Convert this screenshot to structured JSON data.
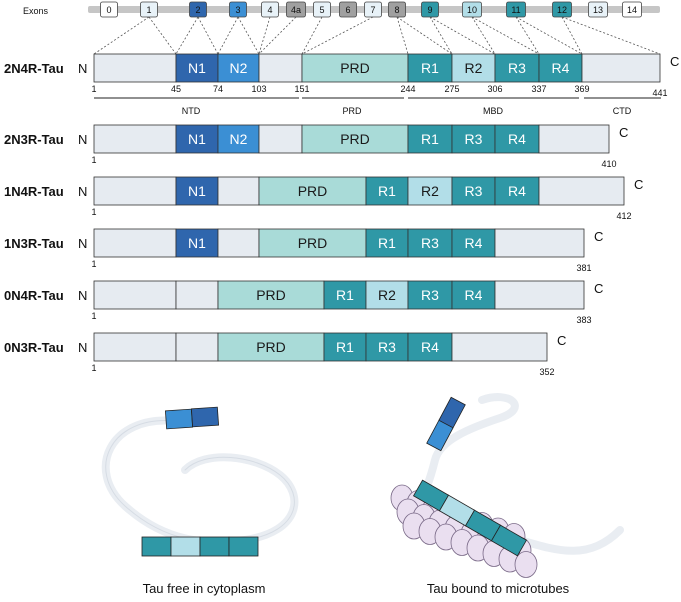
{
  "exons_label": "Exons",
  "exons": [
    {
      "label": "0",
      "fill": "#ffffff"
    },
    {
      "label": "1",
      "fill": "#e8f2f8"
    },
    {
      "label": "2",
      "fill": "#2f66ad"
    },
    {
      "label": "3",
      "fill": "#3b8fd4"
    },
    {
      "label": "4",
      "fill": "#e8f2f8"
    },
    {
      "label": "4a",
      "fill": "#a0a0a0"
    },
    {
      "label": "5",
      "fill": "#e8f2f8"
    },
    {
      "label": "6",
      "fill": "#a0a0a0"
    },
    {
      "label": "7",
      "fill": "#e8f2f8"
    },
    {
      "label": "8",
      "fill": "#a0a0a0"
    },
    {
      "label": "9",
      "fill": "#2f98a6"
    },
    {
      "label": "10",
      "fill": "#b2dee8"
    },
    {
      "label": "11",
      "fill": "#2f98a6"
    },
    {
      "label": "12",
      "fill": "#2f98a6"
    },
    {
      "label": "13",
      "fill": "#e8f2f8"
    },
    {
      "label": "14",
      "fill": "#ffffff"
    }
  ],
  "colors": {
    "plain": "#e6ebf1",
    "N1": "#2f66ad",
    "N2": "#3b8fd4",
    "PRD": "#a9dbd8",
    "R": "#2f98a6",
    "R2": "#b2dee8",
    "microtubule": "#eadff0",
    "exon_bar": "#c6c6c6",
    "strand": "#e9edf2"
  },
  "isoforms": [
    {
      "name": "2N4R-Tau",
      "n": "N",
      "c": "C",
      "end": "441",
      "segments": [
        {
          "label": ""
        },
        {
          "label": "N1"
        },
        {
          "label": "N2"
        },
        {
          "label": ""
        },
        {
          "label": "PRD"
        },
        {
          "label": "R1"
        },
        {
          "label": "R2"
        },
        {
          "label": "R3"
        },
        {
          "label": "R4"
        },
        {
          "label": ""
        }
      ],
      "positions": [
        "1",
        "45",
        "74",
        "103",
        "151",
        "244",
        "275",
        "306",
        "337",
        "369"
      ]
    },
    {
      "name": "2N3R-Tau",
      "n": "N",
      "c": "C",
      "end": "410",
      "segments": [
        {
          "label": ""
        },
        {
          "label": "N1"
        },
        {
          "label": "N2"
        },
        {
          "label": ""
        },
        {
          "label": "PRD"
        },
        {
          "label": "R1"
        },
        {
          "label": "R3"
        },
        {
          "label": "R4"
        },
        {
          "label": ""
        }
      ],
      "positions": [
        "1"
      ]
    },
    {
      "name": "1N4R-Tau",
      "n": "N",
      "c": "C",
      "end": "412",
      "segments": [
        {
          "label": ""
        },
        {
          "label": "N1"
        },
        {
          "label": ""
        },
        {
          "label": "PRD"
        },
        {
          "label": "R1"
        },
        {
          "label": "R2"
        },
        {
          "label": "R3"
        },
        {
          "label": "R4"
        },
        {
          "label": ""
        }
      ],
      "positions": [
        "1"
      ]
    },
    {
      "name": "1N3R-Tau",
      "n": "N",
      "c": "C",
      "end": "381",
      "segments": [
        {
          "label": ""
        },
        {
          "label": "N1"
        },
        {
          "label": ""
        },
        {
          "label": "PRD"
        },
        {
          "label": "R1"
        },
        {
          "label": "R3"
        },
        {
          "label": "R4"
        },
        {
          "label": ""
        }
      ],
      "positions": [
        "1"
      ]
    },
    {
      "name": "0N4R-Tau",
      "n": "N",
      "c": "C",
      "end": "383",
      "segments": [
        {
          "label": ""
        },
        {
          "label": ""
        },
        {
          "label": "PRD"
        },
        {
          "label": "R1"
        },
        {
          "label": "R2"
        },
        {
          "label": "R3"
        },
        {
          "label": "R4"
        },
        {
          "label": ""
        }
      ],
      "positions": [
        "1"
      ]
    },
    {
      "name": "0N3R-Tau",
      "n": "N",
      "c": "C",
      "end": "352",
      "segments": [
        {
          "label": ""
        },
        {
          "label": ""
        },
        {
          "label": "PRD"
        },
        {
          "label": "R1"
        },
        {
          "label": "R3"
        },
        {
          "label": "R4"
        },
        {
          "label": ""
        }
      ],
      "positions": [
        "1"
      ]
    }
  ],
  "regions": [
    "NTD",
    "PRD",
    "MBD",
    "CTD"
  ],
  "captions": {
    "free": "Tau free in cytoplasm",
    "bound": "Tau bound to microtubes"
  }
}
